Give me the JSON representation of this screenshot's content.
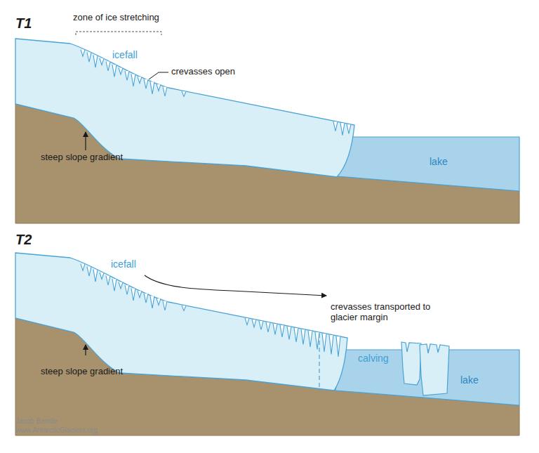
{
  "diagram": {
    "labels": [
      "T1",
      "zone of ice stretching",
      "icefall",
      "crevasses open",
      "steep slope gradient",
      "lake",
      "T2",
      "icefall",
      "crevasses transported to glacier margin",
      "calving",
      "steep slope gradient",
      "lake",
      "Jacob Bendle",
      "www.AntarcticGlaciers.org"
    ]
  }
}
